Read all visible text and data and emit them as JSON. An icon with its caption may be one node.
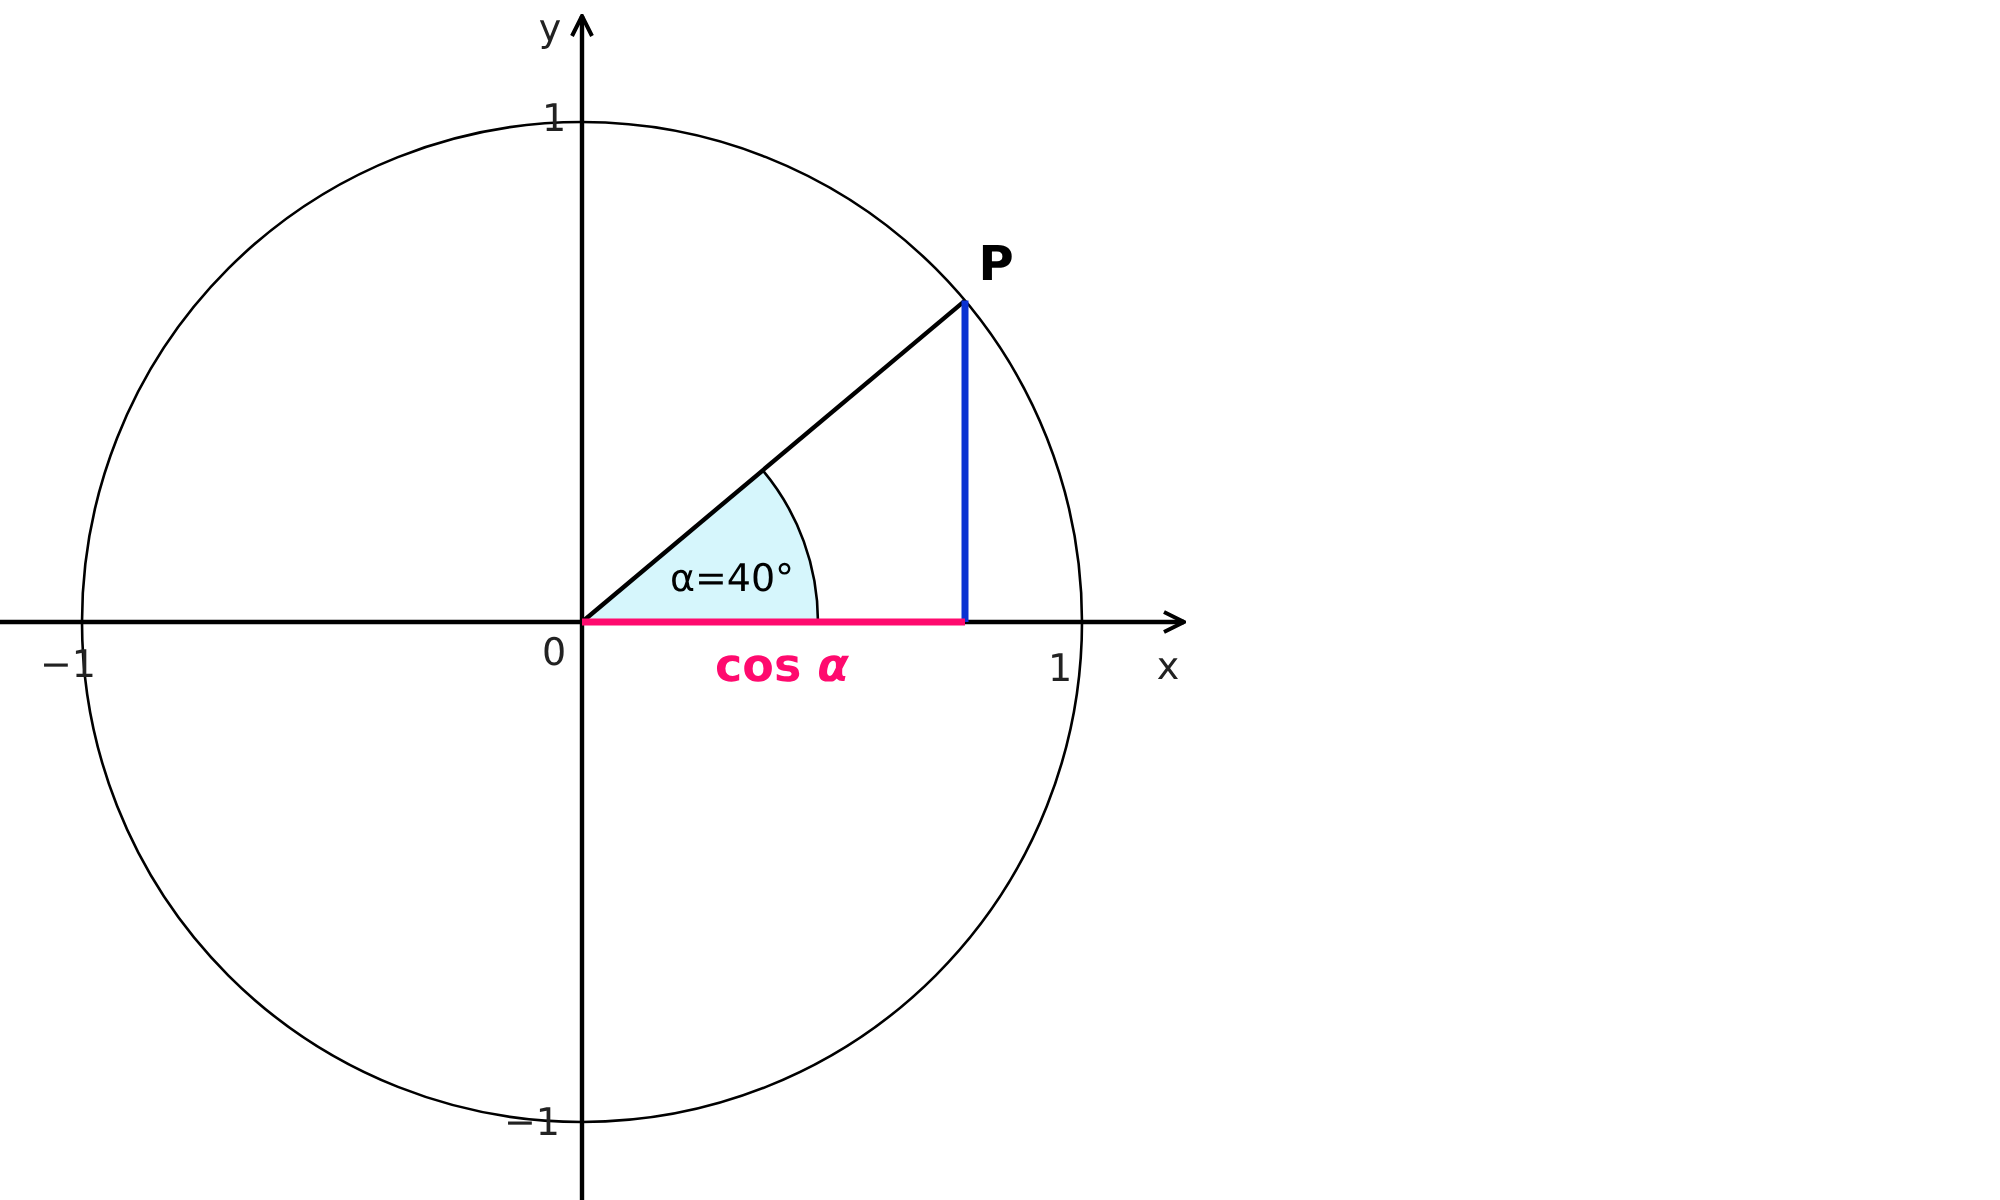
{
  "diagram": {
    "labels": [
      "y",
      "1",
      "P",
      "α=40°",
      "−1",
      "0",
      "1",
      "x",
      "cos *α*",
      "−1"
    ]
  }
}
